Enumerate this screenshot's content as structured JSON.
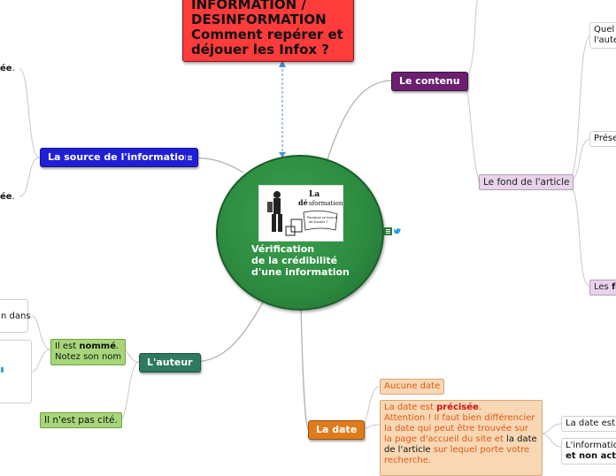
{
  "title": {
    "line1": "INFORMATION /",
    "line2": "DESINFORMATION",
    "line3": "Comment repérer et",
    "line4": "déjouer les Infox ?"
  },
  "central": {
    "line1": "Vérification",
    "line2": "de la crédibilité",
    "line3": "d'une information",
    "image_text1": "La",
    "image_text2": "dé",
    "image_text3": "sformation",
    "image_caption": "Pourquoi ça tourne de travers ?"
  },
  "branches": {
    "source": "La source de l'information",
    "contenu": "Le contenu",
    "auteur": "L'auteur",
    "date": "La date"
  },
  "contenu": {
    "fond": "Le fond de l'article",
    "faits_prefix": "Les ",
    "faits_bold": "fa",
    "quel_line1": "Quel",
    "quel_line2": "l'aute",
    "presente": "Prése"
  },
  "source": {
    "leaf1_bold": "ée",
    "leaf1_after": ".",
    "leaf2_bold": "ée",
    "leaf2_after": "."
  },
  "auteur": {
    "nomme_prefix": "Il est ",
    "nomme_bold": "nommé",
    "nomme_suffix": ".",
    "nomme_line2": "Notez son nom",
    "pas_cite": "Il n'est pas cité.",
    "leaf_partial": "n dans"
  },
  "date": {
    "aucune": "Aucune date",
    "precisee_l1a": "La date est ",
    "precisee_l1b": "précisée",
    "precisee_l1c": ".",
    "precisee_l2": "Attention ! Il faut bien différencier",
    "precisee_l3": "la date qui peut être trouvée sur",
    "precisee_l4a": "la page d'accueil du site et ",
    "precisee_l4b": "la date",
    "precisee_l5a": "de l'article",
    "precisee_l5b": " sur lequel porte votre",
    "precisee_l6": "recherche.",
    "leaf_a": "La date est",
    "leaf_b_l1": "L'informatio",
    "leaf_b_l2": "et non act"
  },
  "colors": {
    "title_bg": "#ff3b3b",
    "central_bg": "#2c8a3f",
    "source_bg": "#1f1fd8",
    "contenu_bg": "#6b1f6e",
    "auteur_bg": "#2e7a5e",
    "date_bg": "#e07b1c"
  }
}
